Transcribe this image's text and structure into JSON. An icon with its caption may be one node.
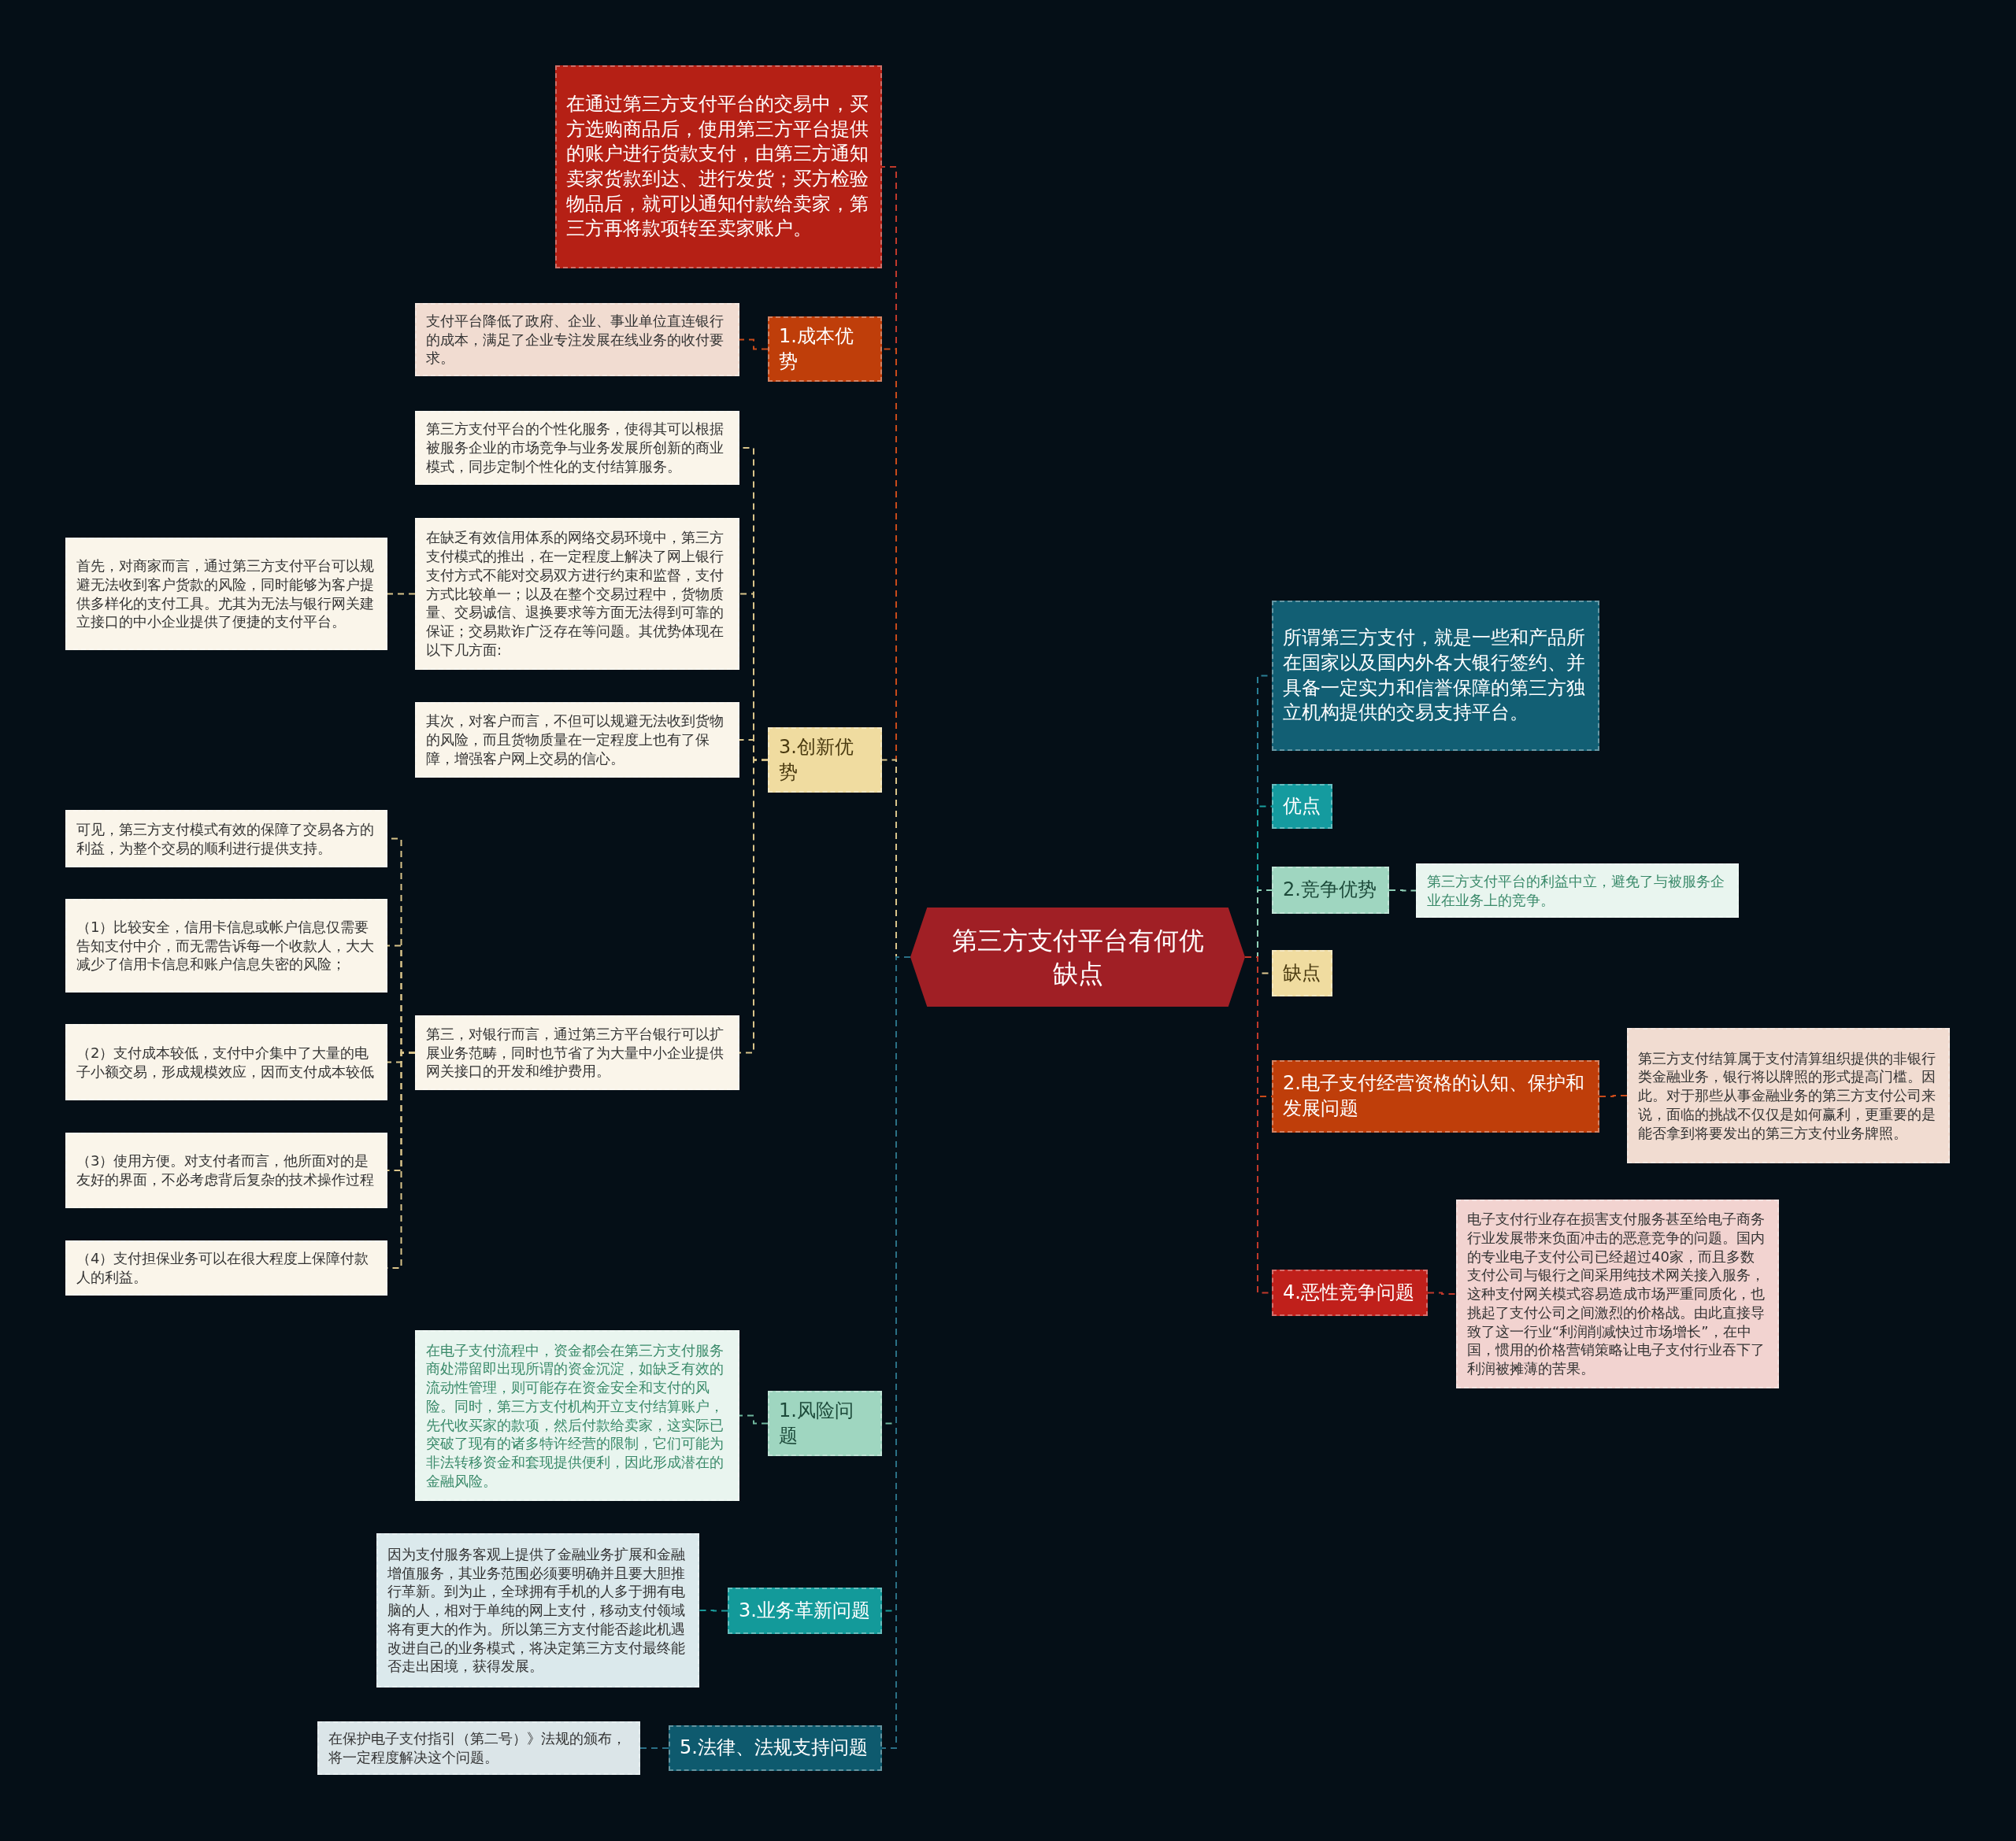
{
  "diagram": {
    "nodes": [
      {
        "text": [
          "第三方支付平台有何优缺点"
        ]
      },
      {
        "text": [
          "在通过第三方支付平台的交易中，买方选购商品后，使用第三方平台提供的账户进行货款支付，由第三方通知卖家货款到达、进行发货；买方检验物品后，就可以通知付款给卖家，第三方再将款项转至卖家账户。"
        ]
      },
      {
        "text": [
          "1.成本优势"
        ]
      },
      {
        "text": [
          "支付平台降低了政府、企业、事业单位直连银行的成本，满足了企业专注发展在线业务的收付要求。"
        ]
      },
      {
        "text": [
          "3.创新优势"
        ]
      },
      {
        "text": [
          "第三方支付平台的个性化服务，使得其可以根据被服务企业的市场竞争与业务发展所创新的商业模式，同步定制个性化的支付结算服务。"
        ]
      },
      {
        "text": [
          "在缺乏有效信用体系的网络交易环境中，第三方支付模式的推出，在一定程度上解决了网上银行支付方式不能对交易双方进行约束和监督，支付方式比较单一；以及在整个交易过程中，货物质量、交易诚信、退换要求等方面无法得到可靠的保证；交易欺诈广泛存在等问题。其优势体现在以下几方面:"
        ]
      },
      {
        "text": [
          "首先，对商家而言，通过第三方支付平台可以规避无法收到客户货款的风险，同时能够为客户提供多样化的支付工具。尤其为无法与银行网关建立接口的中小企业提供了便捷的支付平台。"
        ]
      },
      {
        "text": [
          "其次，对客户而言，不但可以规避无法收到货物的风险，而且货物质量在一定程度上也有了保障，增强客户网上交易的信心。"
        ]
      },
      {
        "text": [
          "第三，对银行而言，通过第三方平台银行可以扩展业务范畴，同时也节省了为大量中小企业提供网关接口的开发和维护费用。"
        ]
      },
      {
        "text": [
          "可见，第三方支付模式有效的保障了交易各方的利益，为整个交易的顺利进行提供支持。"
        ]
      },
      {
        "text": [
          "（1）比较安全，信用卡信息或帐户信息仅需要告知支付中介，而无需告诉每一个收款人，大大减少了信用卡信息和账户信息失密的风险；"
        ]
      },
      {
        "text": [
          "（2）支付成本较低，支付中介集中了大量的电子小额交易，形成规模效应，因而支付成本较低"
        ]
      },
      {
        "text": [
          "（3）使用方便。对支付者而言，他所面对的是友好的界面，不必考虑背后复杂的技术操作过程"
        ]
      },
      {
        "text": [
          "（4）支付担保业务可以在很大程度上保障付款人的利益。"
        ]
      },
      {
        "text": [
          "1.风险问题"
        ]
      },
      {
        "text": [
          "在电子支付流程中，资金都会在第三方支付服务商处滞留即出现所谓的资金沉淀，如缺乏有效的流动性管理，则可能存在资金安全和支付的风险。同时，第三方支付机构开立支付结算账户，先代收买家的款项，然后付款给卖家，这实际已突破了现有的诸多特许经营的限制，它们可能为非法转移资金和套现提供便利，因此形成潜在的金融风险。"
        ]
      },
      {
        "text": [
          "3.业务革新问题"
        ]
      },
      {
        "text": [
          "因为支付服务客观上提供了金融业务扩展和金融增值服务，其业务范围必须要明确并且要大胆推行革新。到为止，全球拥有手机的人多于拥有电脑的人，相对于单纯的网上支付，移动支付领域将有更大的作为。所以第三方支付能否趁此机遇改进自己的业务模式，将决定第三方支付最终能否走出困境，获得发展。"
        ]
      },
      {
        "text": [
          "5.法律、法规支持问题"
        ]
      },
      {
        "text": [
          "在保护电子支付指引（第二号）》法规的颁布，将一定程度解决这个问题。"
        ]
      },
      {
        "text": [
          "所谓第三方支付，就是一些和产品所在国家以及国内外各大银行签约、并具备一定实力和信誉保障的第三方独立机构提供的交易支持平台。"
        ]
      },
      {
        "text": [
          "优点"
        ]
      },
      {
        "text": [
          "2.竞争优势"
        ]
      },
      {
        "text": [
          "第三方支付平台的利益中立，避免了与被服务企业在业务上的竞争。"
        ]
      },
      {
        "text": [
          "缺点"
        ]
      },
      {
        "text": [
          "2.电子支付经营资格的认知、保护和发展问题"
        ]
      },
      {
        "text": [
          "第三方支付结算属于支付清算组织提供的非银行类金融业务，银行将以牌照的形式提高门槛。因此。对于那些从事金融业务的第三方支付公司来说，面临的挑战不仅仅是如何赢利，更重要的是能否拿到将要发出的第三方支付业务牌照。"
        ]
      },
      {
        "text": [
          "4.恶性竞争问题"
        ]
      },
      {
        "text": [
          "电子支付行业存在损害支付服务甚至给电子商务行业发展带来负面冲击的恶意竞争的问题。国内的专业电子支付公司已经超过40家，而且多数支付公司与银行之间采用纯技术网关接入服务，这种支付网关模式容易造成市场严重同质化，也挑起了支付公司之间激烈的价格战。由此直接导致了这一行业“利润削减快过市场增长”，在中国，惯用的价格营销策略让电子支付行业吞下了利润被摊薄的苦果。"
        ]
      }
    ],
    "edges": [
      {
        "from": 0,
        "to": 1,
        "arrow": "none",
        "color": "#c0392b"
      },
      {
        "from": 0,
        "to": 2,
        "arrow": "none",
        "color": "#c84a1a"
      },
      {
        "from": 0,
        "to": 4,
        "arrow": "none",
        "color": "#d9c48a"
      },
      {
        "from": 0,
        "to": 15,
        "arrow": "none",
        "color": "#6fb79e"
      },
      {
        "from": 0,
        "to": 17,
        "arrow": "none",
        "color": "#1a9a9a"
      },
      {
        "from": 0,
        "to": 19,
        "arrow": "none",
        "color": "#2a6f85"
      },
      {
        "from": 0,
        "to": 21,
        "arrow": "none",
        "color": "#2a7f95"
      },
      {
        "from": 0,
        "to": 22,
        "arrow": "none",
        "color": "#1aa0a0"
      },
      {
        "from": 0,
        "to": 23,
        "arrow": "none",
        "color": "#8fcfb5"
      },
      {
        "from": 0,
        "to": 25,
        "arrow": "none",
        "color": "#e0c890"
      },
      {
        "from": 0,
        "to": 26,
        "arrow": "none",
        "color": "#c84a1a"
      },
      {
        "from": 0,
        "to": 28,
        "arrow": "none",
        "color": "#c0392b"
      },
      {
        "from": 2,
        "to": 3,
        "arrow": "none",
        "color": "#c84a1a"
      },
      {
        "from": 4,
        "to": 5,
        "arrow": "none",
        "color": "#d9c48a"
      },
      {
        "from": 4,
        "to": 6,
        "arrow": "none",
        "color": "#d9c48a"
      },
      {
        "from": 4,
        "to": 8,
        "arrow": "none",
        "color": "#d9c48a"
      },
      {
        "from": 4,
        "to": 9,
        "arrow": "none",
        "color": "#d9c48a"
      },
      {
        "from": 6,
        "to": 7,
        "arrow": "none",
        "color": "#d9c48a"
      },
      {
        "from": 9,
        "to": 10,
        "arrow": "none",
        "color": "#d9c48a"
      },
      {
        "from": 9,
        "to": 11,
        "arrow": "none",
        "color": "#d9c48a"
      },
      {
        "from": 9,
        "to": 12,
        "arrow": "none",
        "color": "#d9c48a"
      },
      {
        "from": 9,
        "to": 13,
        "arrow": "none",
        "color": "#d9c48a"
      },
      {
        "from": 9,
        "to": 14,
        "arrow": "none",
        "color": "#d9c48a"
      },
      {
        "from": 15,
        "to": 16,
        "arrow": "none",
        "color": "#6fb79e"
      },
      {
        "from": 17,
        "to": 18,
        "arrow": "none",
        "color": "#1a9a9a"
      },
      {
        "from": 19,
        "to": 20,
        "arrow": "none",
        "color": "#2a6f85"
      },
      {
        "from": 23,
        "to": 24,
        "arrow": "none",
        "color": "#8fcfb5"
      },
      {
        "from": 26,
        "to": 27,
        "arrow": "none",
        "color": "#c84a1a"
      },
      {
        "from": 28,
        "to": 29,
        "arrow": "none",
        "color": "#c0392b"
      }
    ]
  }
}
